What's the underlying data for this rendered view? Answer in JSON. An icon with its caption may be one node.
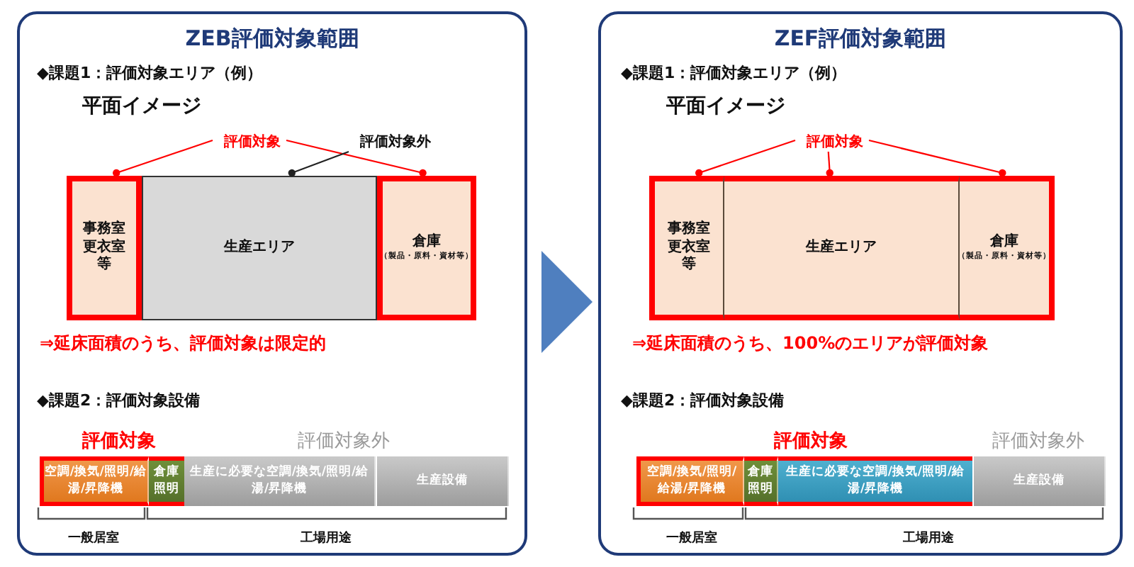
{
  "diagram": {
    "nodes": [
      {
        "text": [
          "ZEB評価対象範囲"
        ]
      },
      {
        "text": [
          "評価対象"
        ],
        "in": 0
      },
      {
        "text": [
          "評価対象外"
        ],
        "in": 0
      },
      {
        "text": [
          "事務室更衣室等"
        ],
        "in": 0
      },
      {
        "text": [
          "生産エリア"
        ],
        "in": 0
      },
      {
        "text": [
          "倉庫",
          "（製品・原料・資材等）"
        ],
        "in": 0
      },
      {
        "text": [
          "空調/換気/照明/給湯/昇降機"
        ],
        "in": 0
      },
      {
        "text": [
          "倉庫照明"
        ],
        "in": 0
      },
      {
        "text": [
          "生産に必要な空調/換気/照明/給湯/昇降機"
        ],
        "in": 0
      },
      {
        "text": [
          "生産設備"
        ],
        "in": 0
      },
      {
        "text": [
          "ZEF評価対象範囲"
        ]
      },
      {
        "text": [
          "評価対象"
        ],
        "in": 10
      },
      {
        "text": [
          "事務室更衣室等"
        ],
        "in": 10
      },
      {
        "text": [
          "生産エリア"
        ],
        "in": 10
      },
      {
        "text": [
          "倉庫",
          "（製品・原料・資材等）"
        ],
        "in": 10
      },
      {
        "text": [
          "空調/換気/照明/給湯/昇降機"
        ],
        "in": 10
      },
      {
        "text": [
          "倉庫照明"
        ],
        "in": 10
      },
      {
        "text": [
          "生産に必要な空調/換気/照明/給湯/昇降機"
        ],
        "in": 10
      },
      {
        "text": [
          "生産設備"
        ],
        "in": 10
      }
    ],
    "edges": [
      {
        "from": 0,
        "to": 10,
        "arrow": "to",
        "style": "thick",
        "color": "#4f7fbf"
      },
      {
        "from": 1,
        "to": 3,
        "arrow": "other"
      },
      {
        "from": 1,
        "to": 5,
        "arrow": "other"
      },
      {
        "from": 2,
        "to": 4,
        "arrow": "other",
        "color": "#222222"
      },
      {
        "from": 11,
        "to": 12,
        "arrow": "other"
      },
      {
        "from": 11,
        "to": 13,
        "arrow": "other"
      },
      {
        "from": 11,
        "to": 14,
        "arrow": "other"
      }
    ],
    "labels": [
      "◆課題1：評価対象エリア（例）",
      "平面イメージ",
      "⇒延床面積のうち、評価対象は限定的",
      "◆課題2：評価対象設備",
      "評価対象",
      "評価対象外",
      "一般居室",
      "工場用途",
      "◆課題1：評価対象エリア（例）",
      "平面イメージ",
      "⇒延床面積のうち、100%のエリアが評価対象",
      "◆課題2：評価対象設備",
      "評価対象",
      "評価対象外",
      "一般居室",
      "工場用途"
    ]
  }
}
